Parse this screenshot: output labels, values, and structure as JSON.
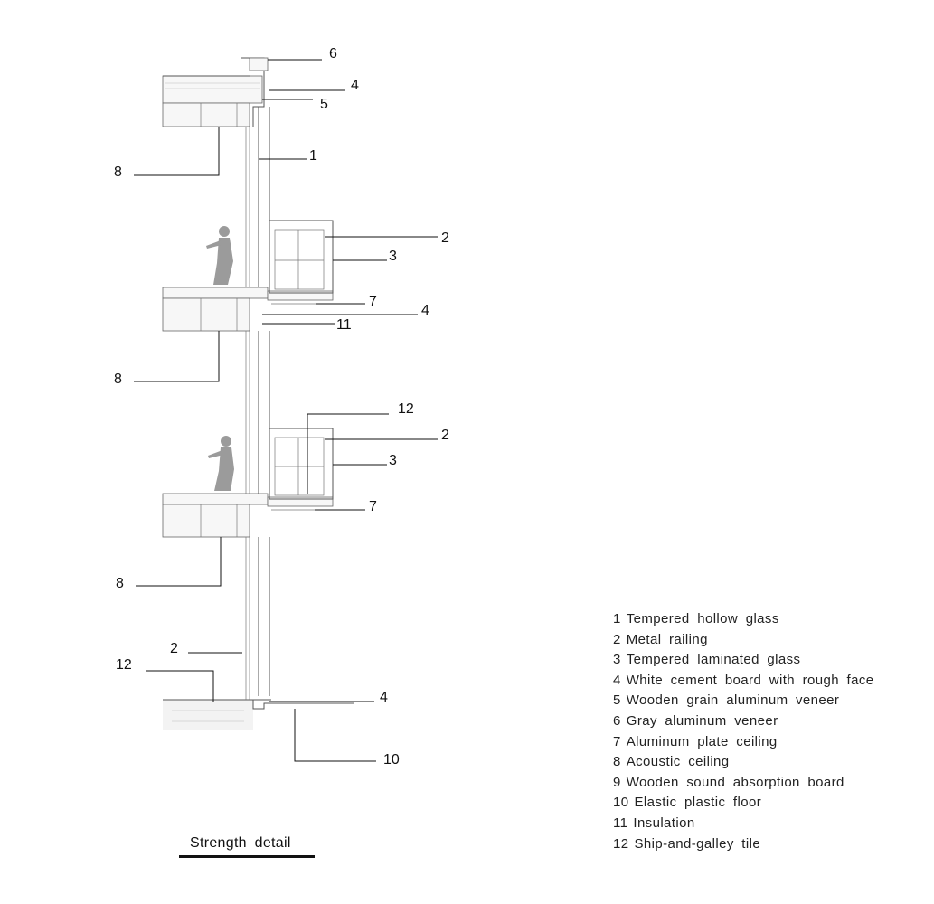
{
  "title": "Strength detail",
  "legend": [
    {
      "num": "1",
      "text": "Tempered hollow glass"
    },
    {
      "num": "2",
      "text": "Metal railing"
    },
    {
      "num": "3",
      "text": "Tempered laminated glass"
    },
    {
      "num": "4",
      "text": "White cement board with rough face"
    },
    {
      "num": "5",
      "text": "Wooden grain aluminum veneer"
    },
    {
      "num": "6",
      "text": "Gray aluminum veneer"
    },
    {
      "num": "7",
      "text": "Aluminum plate ceiling"
    },
    {
      "num": "8",
      "text": "Acoustic ceiling"
    },
    {
      "num": "9",
      "text": "Wooden sound absorption board"
    },
    {
      "num": "10",
      "text": "Elastic plastic floor"
    },
    {
      "num": "11",
      "text": "Insulation"
    },
    {
      "num": "12",
      "text": "Ship-and-galley tile"
    }
  ],
  "callouts": {
    "c6": "6",
    "c4a": "4",
    "c5": "5",
    "c1": "1",
    "c8a": "8",
    "c2a": "2",
    "c3a": "3",
    "c7a": "7",
    "c4b": "4",
    "c11": "11",
    "c8b": "8",
    "c12a": "12",
    "c2b": "2",
    "c3b": "3",
    "c7b": "7",
    "c8c": "8",
    "c2c": "2",
    "c12b": "12",
    "c4c": "4",
    "c10": "10"
  }
}
